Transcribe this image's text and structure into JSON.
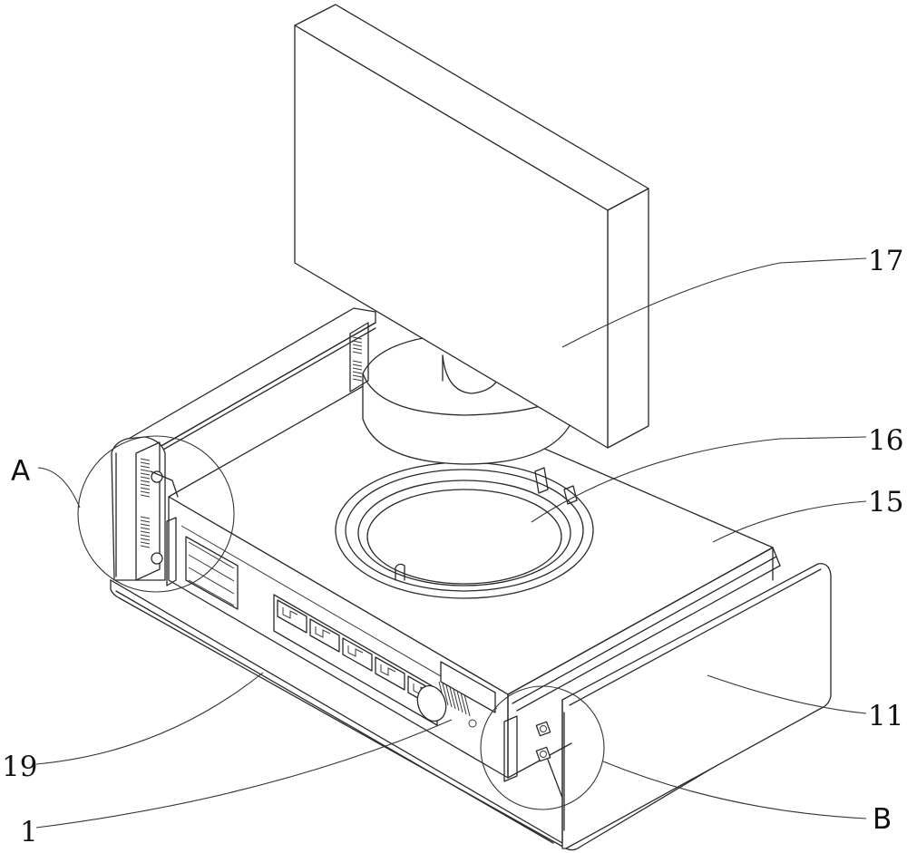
{
  "figure": {
    "title": "Perspective view of router assembly with display",
    "line_color": "#2a2a2a",
    "background": "#ffffff"
  },
  "labels": {
    "l17": "17",
    "l16": "16",
    "l15": "15",
    "l11": "11",
    "lA": "A",
    "lB": "B",
    "l19": "19",
    "l1": "1"
  },
  "parts": {
    "display": "17",
    "turntable_ring": "16",
    "router_body": "15",
    "base_tray": "11",
    "bottom_plate": "19",
    "housing": "1"
  },
  "details": [
    "A",
    "B"
  ],
  "ports": {
    "ethernet_count": 5,
    "usb_count": 2
  }
}
